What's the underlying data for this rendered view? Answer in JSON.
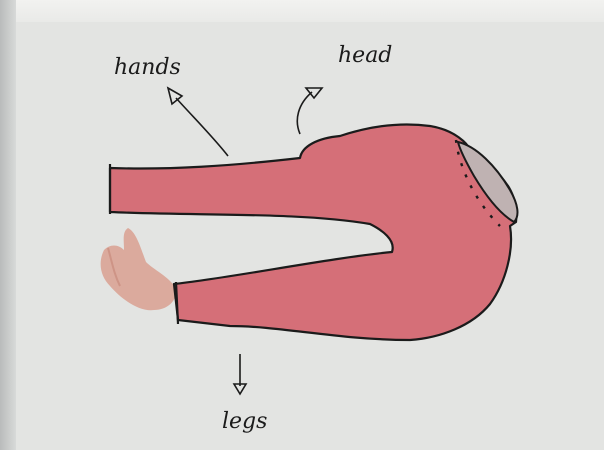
{
  "labels": {
    "hands": "hands",
    "head": "head",
    "legs": "legs"
  },
  "colors": {
    "paper": "#e3e4e2",
    "sweater": "#d56f78",
    "outline": "#1b1b1b",
    "hand": "#d9a090"
  }
}
